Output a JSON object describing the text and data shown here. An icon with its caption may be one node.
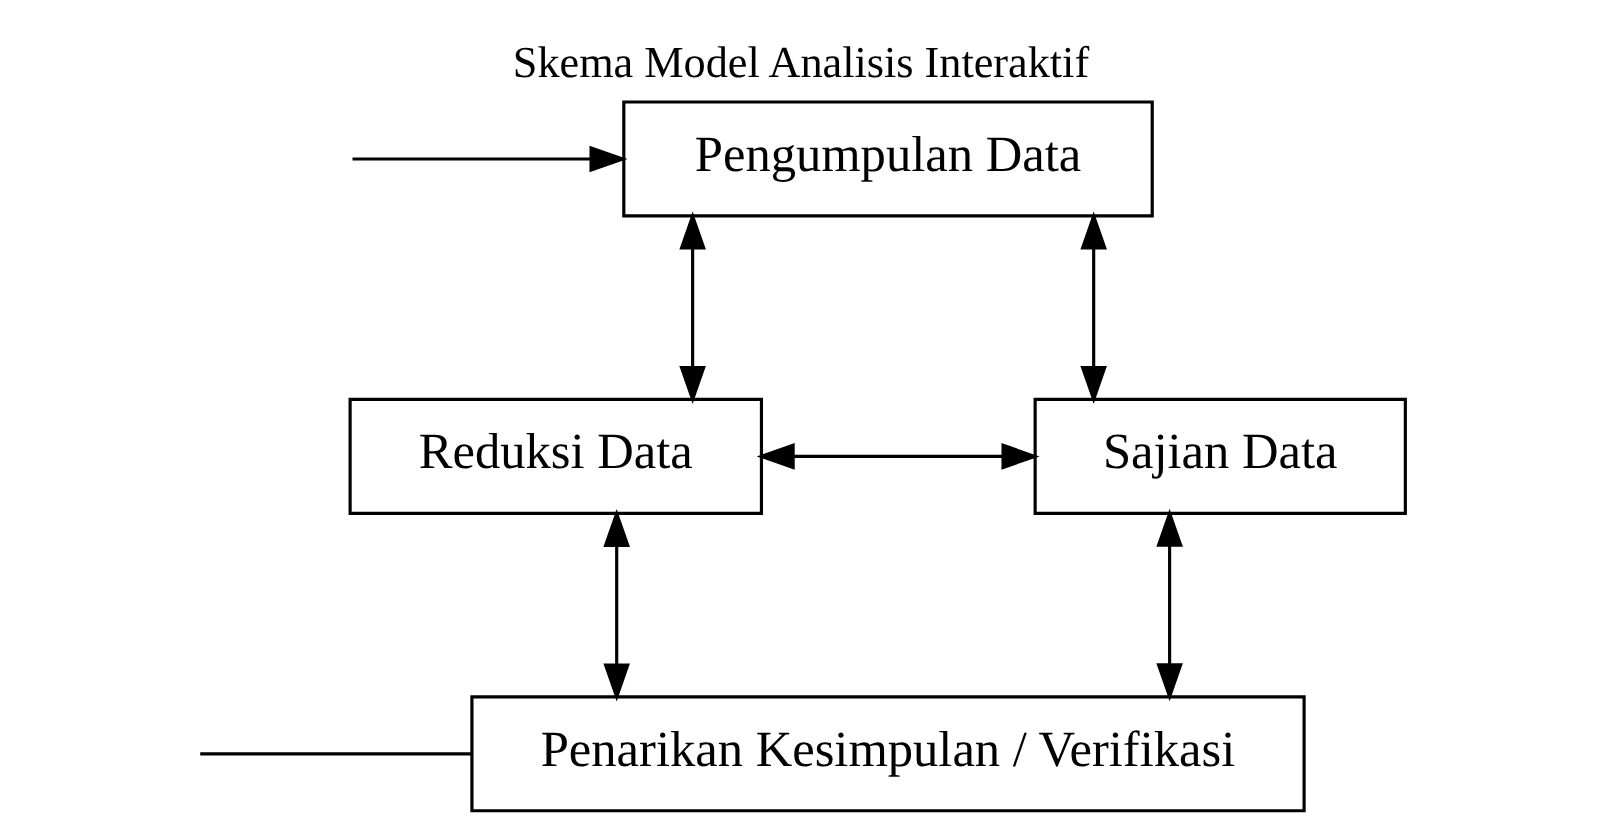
{
  "diagram": {
    "title": "Skema Model Analisis Interaktif",
    "nodes": [
      {
        "text": [
          "Pengumpulan Data"
        ]
      },
      {
        "text": [
          "Reduksi Data"
        ]
      },
      {
        "text": [
          "Sajian Data"
        ]
      },
      {
        "text": [
          "Penarikan Kesimpulan / Verifikasi"
        ]
      }
    ],
    "edges": [
      {
        "from": null,
        "to": 0,
        "arrow": "to"
      },
      {
        "from": 0,
        "to": 2,
        "arrow": "both"
      },
      {
        "from": 0,
        "to": 1,
        "arrow": "both"
      },
      {
        "from": 1,
        "to": 2,
        "arrow": "both"
      },
      {
        "from": 1,
        "to": 3,
        "arrow": "both"
      },
      {
        "from": 3,
        "to": 2,
        "arrow": "both"
      },
      {
        "from": 3,
        "to": null,
        "arrow": "none"
      }
    ]
  }
}
